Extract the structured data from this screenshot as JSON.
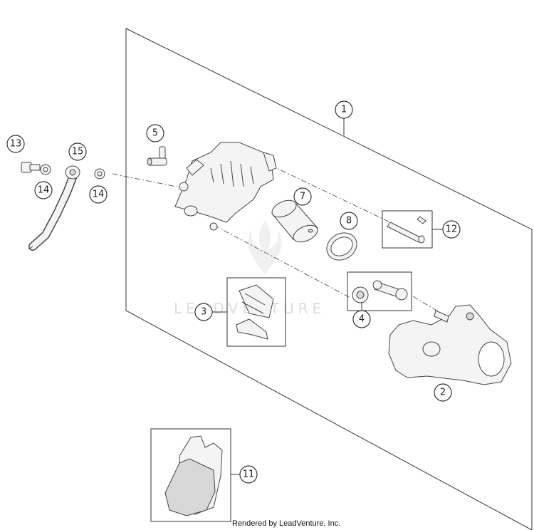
{
  "callouts": {
    "c1": "1",
    "c2": "2",
    "c3": "3",
    "c4": "4",
    "c5": "5",
    "c7": "7",
    "c8": "8",
    "c11": "11",
    "c12": "12",
    "c13": "13",
    "c14a": "14",
    "c14b": "14",
    "c15": "15"
  },
  "watermark": "LEADVENTURE",
  "credit": "Rendered by LeadVenture, Inc.",
  "colors": {
    "line": "#333333",
    "part_fill": "#f4f4f4",
    "watermark": "#dddddd"
  }
}
